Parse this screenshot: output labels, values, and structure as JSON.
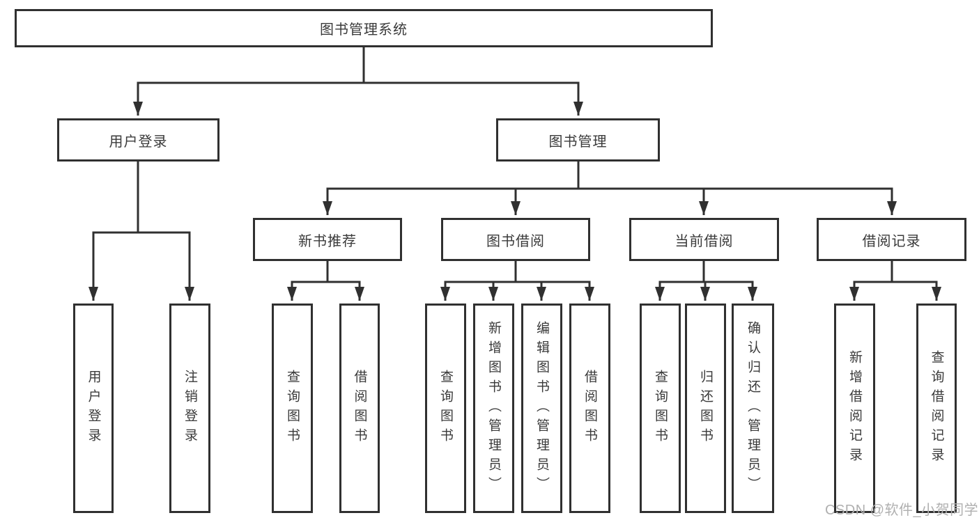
{
  "colors": {
    "line": "#303030",
    "text": "#3a3a3a",
    "box_background": "#ffffff",
    "background": "#ffffff",
    "watermark": "#b0b0b0"
  },
  "tree": {
    "root": {
      "label": "图书管理系统",
      "children": [
        {
          "label": "用户登录",
          "children": [
            {
              "label": "用户登录"
            },
            {
              "label": "注销登录"
            }
          ]
        },
        {
          "label": "图书管理",
          "children": [
            {
              "label": "新书推荐",
              "children": [
                {
                  "label": "查询图书"
                },
                {
                  "label": "借阅图书"
                }
              ]
            },
            {
              "label": "图书借阅",
              "children": [
                {
                  "label": "查询图书"
                },
                {
                  "label": "新增图书（管理员）"
                },
                {
                  "label": "编辑图书（管理员）"
                },
                {
                  "label": "借阅图书"
                }
              ]
            },
            {
              "label": "当前借阅",
              "children": [
                {
                  "label": "查询图书"
                },
                {
                  "label": "归还图书"
                },
                {
                  "label": "确认归还（管理员）"
                }
              ]
            },
            {
              "label": "借阅记录",
              "children": [
                {
                  "label": "新增借阅记录"
                },
                {
                  "label": "查询借阅记录"
                }
              ]
            }
          ]
        }
      ]
    }
  },
  "watermark": {
    "text": "CSDN @软件_小贺同学"
  }
}
